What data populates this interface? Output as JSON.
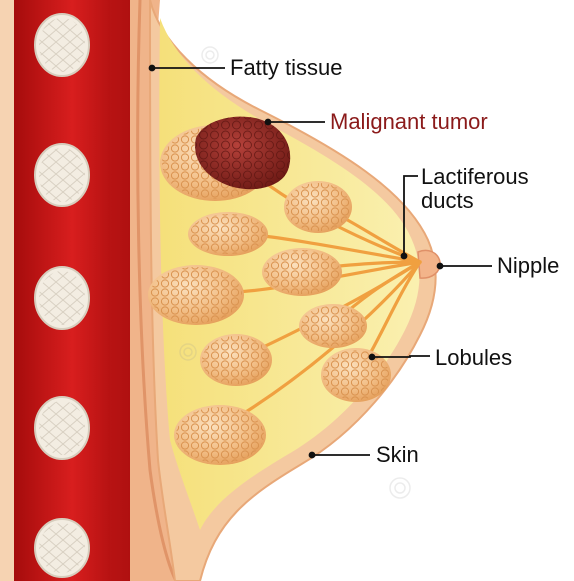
{
  "labels": {
    "fatty_tissue": "Fatty tissue",
    "malignant_tumor": "Malignant tumor",
    "lactiferous_line1": "Lactiferous",
    "lactiferous_line2": "ducts",
    "nipple": "Nipple",
    "lobules": "Lobules",
    "skin": "Skin"
  },
  "colors": {
    "label_text": "#111111",
    "tumor_label": "#8b1a1a",
    "fat": "#f7e88a",
    "skin": "#f4c9a0",
    "lobule": "#f3c089",
    "duct": "#f0a040",
    "tumor": "#8e2a22",
    "muscle": "#c81818",
    "rib": "#f4efe6"
  }
}
